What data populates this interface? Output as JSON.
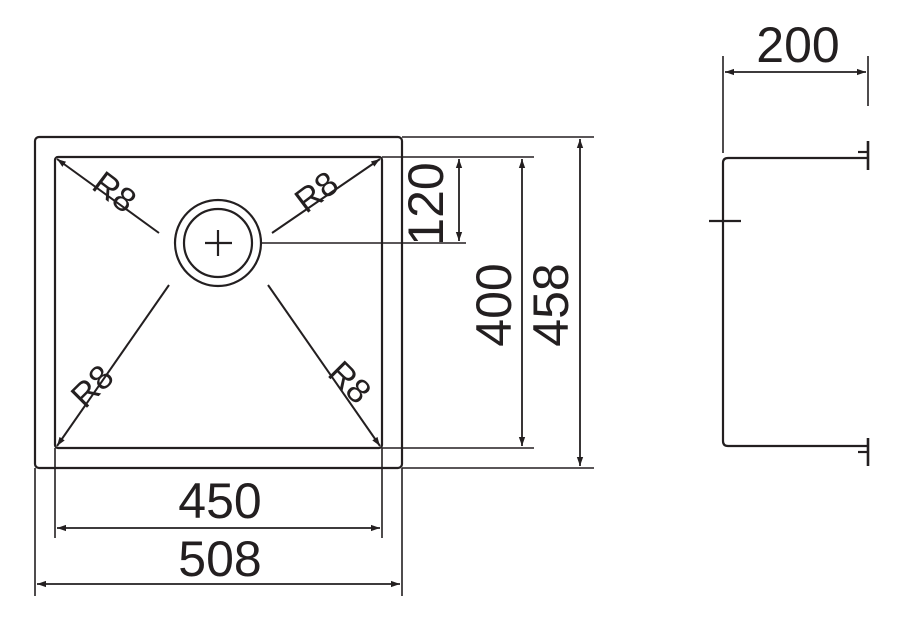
{
  "diagram": {
    "stroke_color": "#231f20",
    "background": "#ffffff",
    "dimensions": {
      "bowl_width": "450",
      "overall_width": "508",
      "bowl_length": "400",
      "overall_length": "458",
      "drain_offset": "120",
      "depth": "200"
    },
    "corner_radius_labels": {
      "top_left": "R8",
      "top_right": "R8",
      "bottom_left": "R8",
      "bottom_right": "R8"
    }
  }
}
